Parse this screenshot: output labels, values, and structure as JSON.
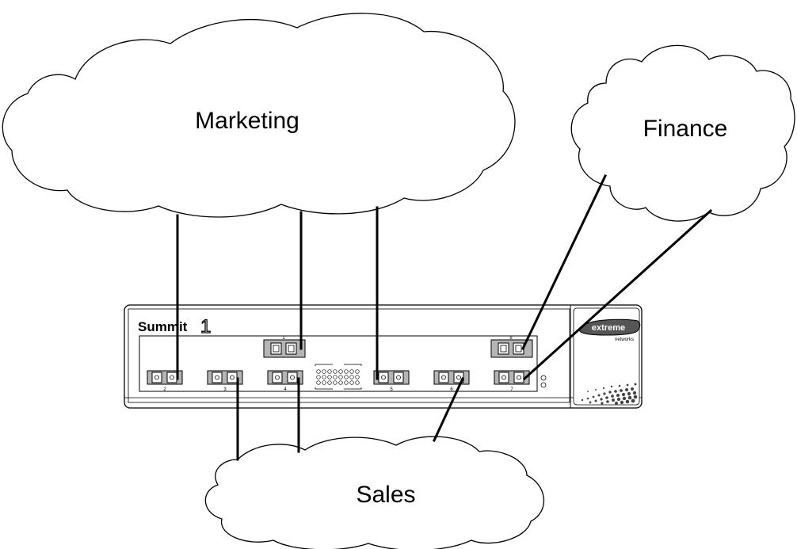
{
  "clouds": {
    "marketing": "Marketing",
    "finance": "Finance",
    "sales": "Sales"
  },
  "switch": {
    "brand": "Summit",
    "model_number": "1",
    "logo_text": "extreme",
    "logo_subtext": "networks",
    "ports": [
      {
        "label": "1"
      },
      {
        "label": "2"
      },
      {
        "label": "3"
      },
      {
        "label": "4"
      },
      {
        "label": "5"
      },
      {
        "label": "6"
      },
      {
        "label": "7"
      },
      {
        "label": "8"
      }
    ]
  }
}
